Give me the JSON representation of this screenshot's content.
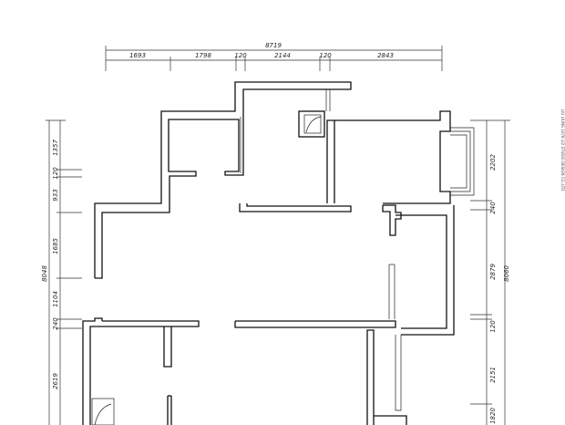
{
  "dimensions": {
    "top_total": "8719",
    "top_segments": [
      "1693",
      "1798",
      "120",
      "2144",
      "120",
      "2843"
    ],
    "left_total": "8048",
    "left_segments": [
      "1357",
      "120",
      "933",
      "1685",
      "1104",
      "240",
      "2619"
    ],
    "right_total": "8060",
    "right_segments": [
      "2202",
      "240",
      "2879",
      "120",
      "2151",
      "1820"
    ]
  },
  "side_note": "LIU LIUNG 1078 1/2 STUDIO DESIGN CO.,LTD"
}
